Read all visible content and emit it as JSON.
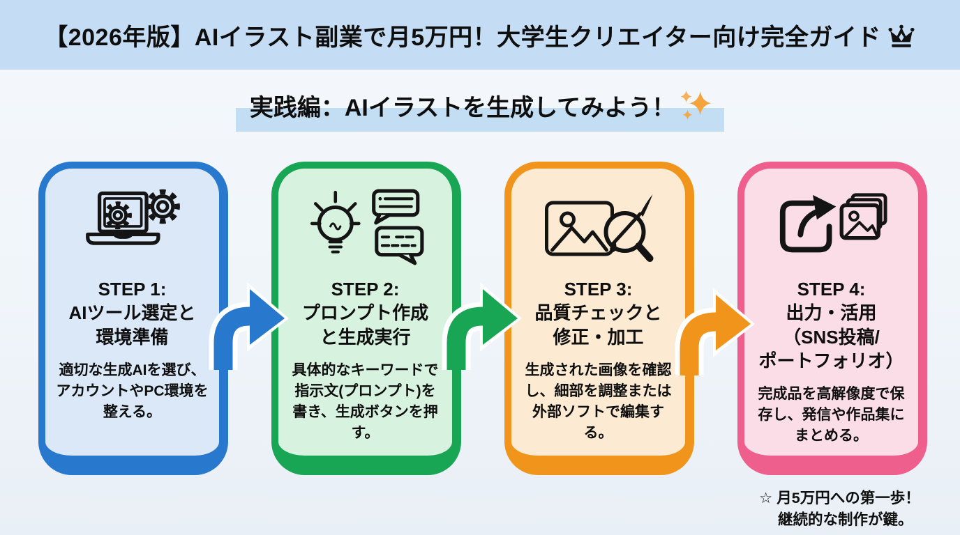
{
  "header": {
    "title": "【2026年版】AIイラスト副業で月5万円！大学生クリエイター向け完全ガイド",
    "crown_icon": "crown-icon",
    "bg_color": "#c5ddf4"
  },
  "subtitle": {
    "text": "実践編：AIイラストを生成してみよう！",
    "sparkle_icon": "sparkles-icon",
    "sparkle_color": "#f5a33c",
    "highlight_color": "#c3ddf3"
  },
  "steps": [
    {
      "title": "STEP 1:\nAIツール選定と\n環境準備",
      "description": "適切な生成AIを選び、アカウントやPC環境を整える。",
      "icon": "laptop-gears-icon",
      "accent_color": "#2878cd",
      "fill_color": "#dbe8f8"
    },
    {
      "title": "STEP 2:\nプロンプト作成\nと生成実行",
      "description": "具体的なキーワードで指示文(プロンプト)を書き、生成ボタンを押す。",
      "icon": "lightbulb-chat-icon",
      "accent_color": "#19a654",
      "fill_color": "#d7f2de"
    },
    {
      "title": "STEP 3:\n品質チェックと\n修正・加工",
      "description": "生成された画像を確認し、細部を調整または外部ソフトで編集する。",
      "icon": "image-magnifier-brush-icon",
      "accent_color": "#f0941c",
      "fill_color": "#fcead2"
    },
    {
      "title": "STEP 4:\n出力・活用\n（SNS投稿/\nポートフォリオ）",
      "description": "完成品を高解像度で保存し、発信や作品集にまとめる。",
      "icon": "share-photos-icon",
      "accent_color": "#ef5f8d",
      "fill_color": "#fbdde8"
    }
  ],
  "arrows": [
    {
      "color": "#2878cd"
    },
    {
      "color": "#19a654"
    },
    {
      "color": "#f0941c"
    }
  ],
  "footer_note": {
    "line1": "☆ 月5万円への第一歩！",
    "line2": "継続的な制作が鍵。"
  }
}
